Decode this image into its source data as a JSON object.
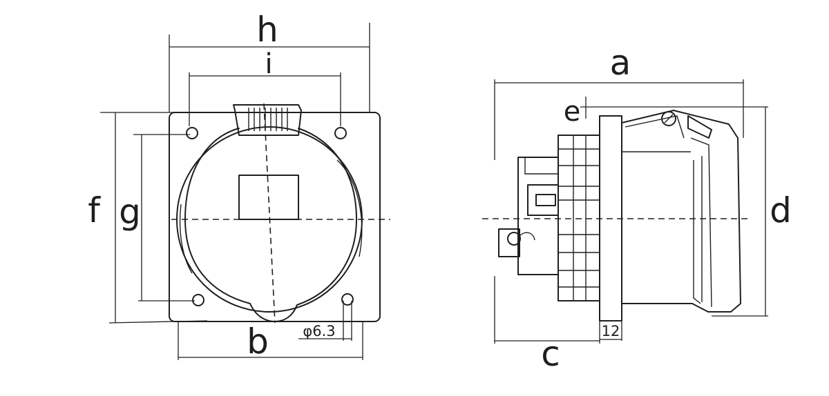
{
  "front_view": {
    "labels": {
      "h": "h",
      "i": "i",
      "f": "f",
      "g": "g",
      "b": "b",
      "hole": "φ6.3"
    }
  },
  "side_view": {
    "labels": {
      "a": "a",
      "e": "e",
      "d": "d",
      "c": "c",
      "flange": "12"
    }
  }
}
